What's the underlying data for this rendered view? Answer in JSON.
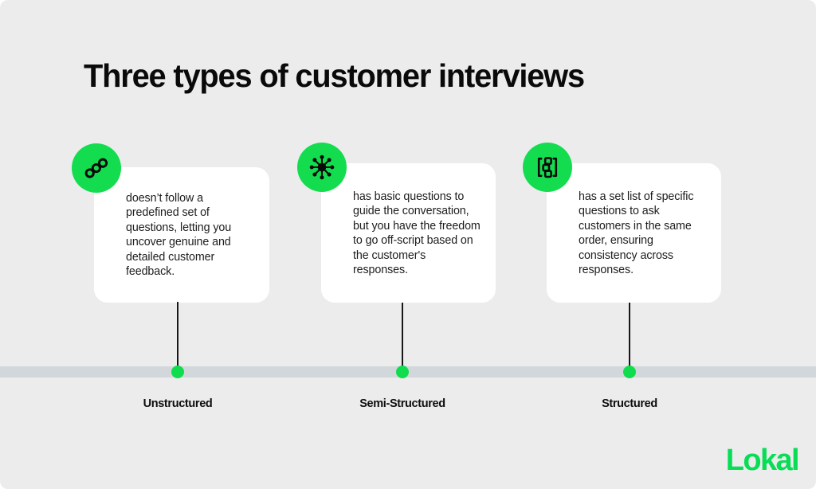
{
  "page": {
    "title": "Three types of customer interviews",
    "background_color": "#ececec",
    "accent_green": "#13dd4f",
    "timeline_bar_color": "#d2d7dc",
    "card_color": "#ffffff",
    "connector_color": "#171717"
  },
  "cards": [
    {
      "icon_name": "chain-nodes-icon",
      "text": "doesn’t follow a predefined set of questions, letting you uncover genuine and detailed customer feedback.",
      "label": "Unstructured"
    },
    {
      "icon_name": "hub-spoke-network-icon",
      "text": "has basic questions to guide the conversation, but you have the freedom to go off-script based on the customer's responses.",
      "label": "Semi-Structured"
    },
    {
      "icon_name": "bracketed-squares-icon",
      "text": "has a set list of specific questions to ask customers in the same order, ensuring consistency across responses.",
      "label": "Structured"
    }
  ],
  "brand": {
    "name": "Lokal",
    "color": "#07dd55"
  }
}
